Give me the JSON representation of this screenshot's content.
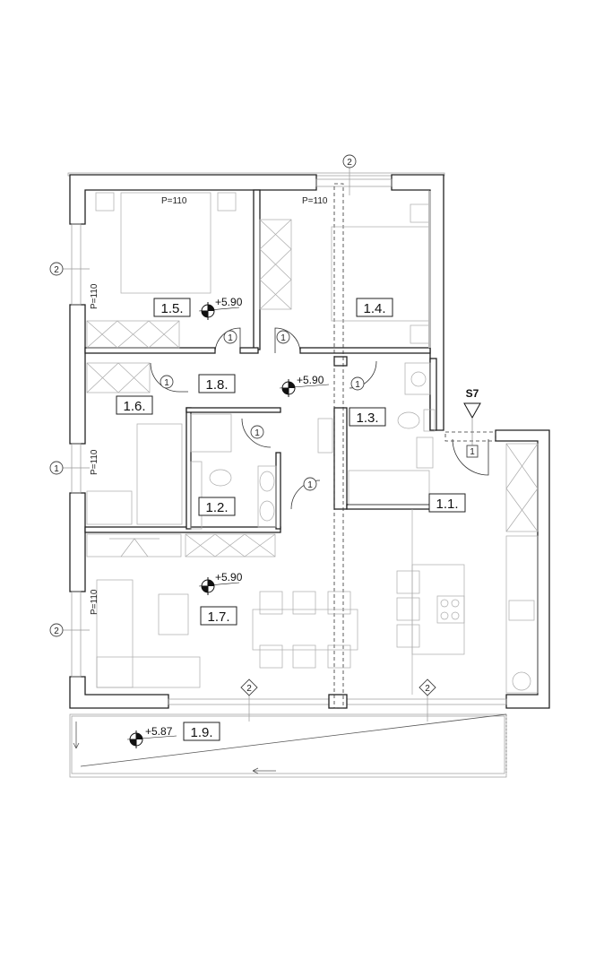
{
  "rooms": [
    {
      "id": "1.5.",
      "label": "1.5."
    },
    {
      "id": "1.4.",
      "label": "1.4."
    },
    {
      "id": "1.8.",
      "label": "1.8."
    },
    {
      "id": "1.6.",
      "label": "1.6."
    },
    {
      "id": "1.3.",
      "label": "1.3."
    },
    {
      "id": "1.2.",
      "label": "1.2."
    },
    {
      "id": "1.1.",
      "label": "1.1."
    },
    {
      "id": "1.7.",
      "label": "1.7."
    },
    {
      "id": "1.9.",
      "label": "1.9."
    }
  ],
  "elevations": [
    "+5.90",
    "+5.90",
    "+5.90",
    "+5.87"
  ],
  "parapet": "P=110",
  "section_mark": "S7",
  "door_tag": "1",
  "window_tag_1": "1",
  "window_tag_2": "2",
  "colors": {
    "line": "#222222",
    "furniture": "#aaaaaa"
  }
}
